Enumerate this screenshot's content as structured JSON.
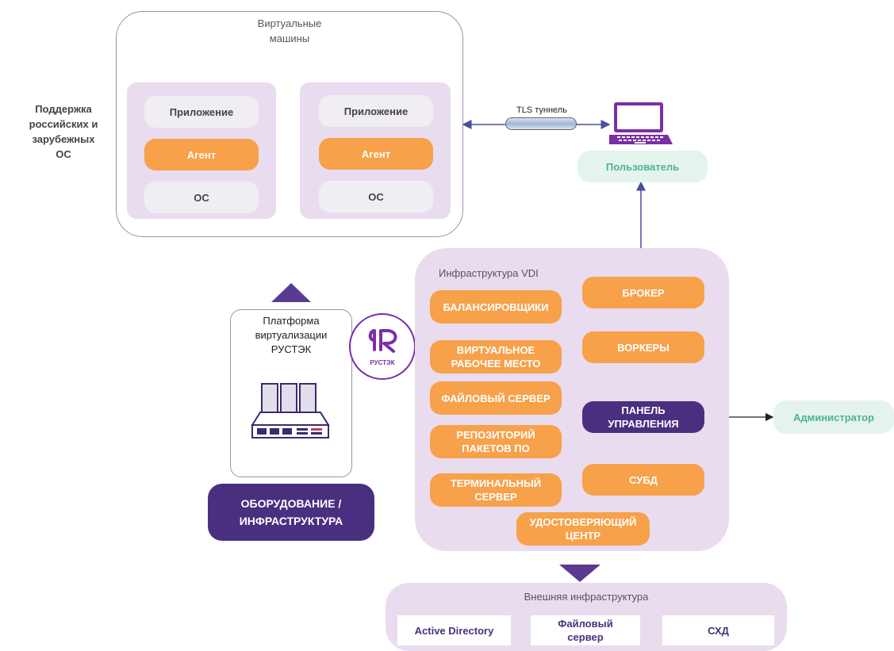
{
  "vm": {
    "title": "Виртуальные машины",
    "columns": [
      {
        "app": "Приложение",
        "agent": "Агент",
        "os": "ОС"
      },
      {
        "app": "Приложение",
        "agent": "Агент",
        "os": "ОС"
      }
    ]
  },
  "os_support": "Поддержка российских и зарубежных ОС",
  "tunnel_label": "TLS туннель",
  "user_label": "Пользователь",
  "platform": {
    "text": "Платформа виртуализации РУСТЭК",
    "logo_text": "РУСТЭК"
  },
  "hardware_label": "ОБОРУДОВАНИЕ / ИНФРАСТРУКТУРА",
  "vdi": {
    "title": "Инфраструктура VDI",
    "left": [
      "БАЛАНСИРОВЩИКИ",
      "ВИРТУАЛЬНОЕ РАБОЧЕЕ МЕСТО",
      "ФАЙЛОВЫЙ СЕРВЕР",
      "РЕПОЗИТОРИЙ ПАКЕТОВ ПО",
      "ТЕРМИНАЛЬНЫЙ СЕРВЕР"
    ],
    "right": [
      "БРОКЕР",
      "ВОРКЕРЫ",
      "ПАНЕЛЬ УПРАВЛЕНИЯ",
      "СУБД"
    ],
    "bottom": "УДОСТОВЕРЯЮЩИЙ ЦЕНТР"
  },
  "admin_label": "Администратор",
  "external": {
    "title": "Внешняя инфраструктура",
    "items": [
      "Active Directory",
      "Файловый сервер",
      "СХД"
    ]
  },
  "colors": {
    "orange": "#f7a14a",
    "lavender": "#eadcef",
    "dark_purple": "#4a2f80",
    "mint_text": "#4bb58f",
    "mint_bg": "#e4f3ee",
    "arrow": "#4b4f9c"
  }
}
